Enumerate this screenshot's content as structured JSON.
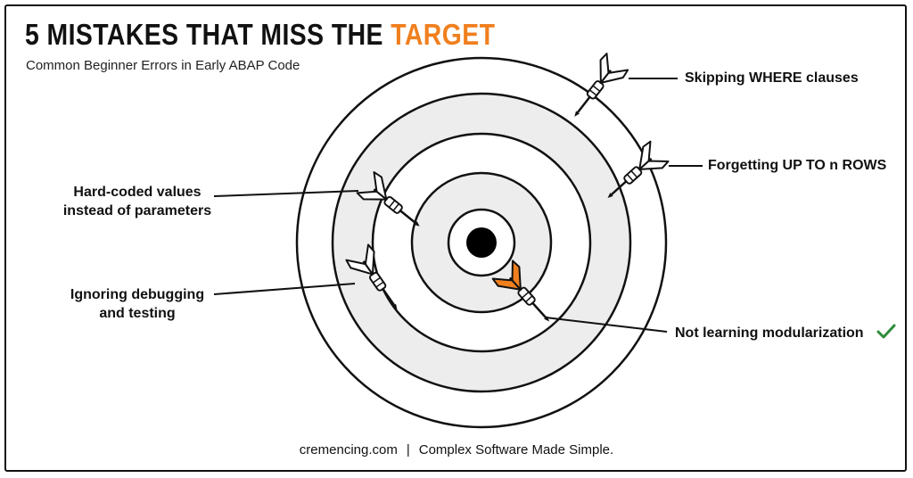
{
  "header": {
    "title_main": "5 MISTAKES THAT MISS THE",
    "title_accent": "TARGET",
    "subtitle": "Common Beginner Errors in Early ABAP Code"
  },
  "mistakes": [
    {
      "line1": "Skipping WHERE clauses"
    },
    {
      "line1": "Forgetting UP TO n ROWS"
    },
    {
      "line1": "Hard-coded values",
      "line2": "instead of parameters"
    },
    {
      "line1": "Ignoring debugging",
      "line2": "and testing"
    },
    {
      "line1": "Not learning modularization",
      "icon": "check-icon"
    }
  ],
  "footer": {
    "site": "cremencing.com",
    "separator": "|",
    "tagline": "Complex Software Made Simple."
  },
  "colors": {
    "accent": "#F07F1E",
    "check": "#2E8B3A",
    "ring_fill": "#EDEDED",
    "ink": "#111111"
  }
}
